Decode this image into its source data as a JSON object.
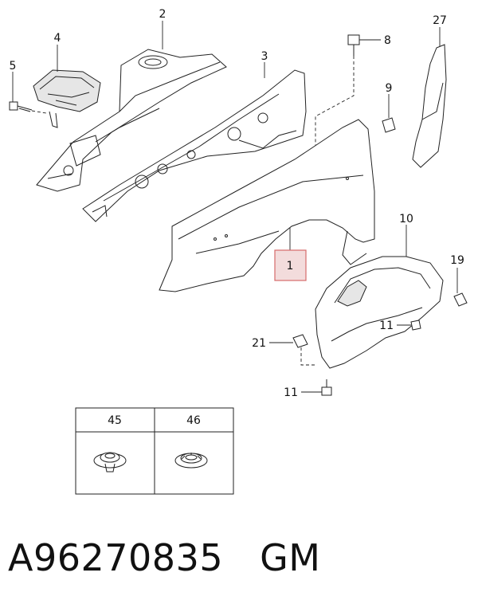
{
  "callouts": {
    "c1": "1",
    "c2": "2",
    "c3": "3",
    "c4": "4",
    "c5": "5",
    "c8": "8",
    "c9": "9",
    "c10": "10",
    "c11a": "11",
    "c11b": "11",
    "c19": "19",
    "c21": "21",
    "c27": "27"
  },
  "legend_table": {
    "col1_header": "45",
    "col2_header": "46"
  },
  "footer": {
    "part_number": "A96270835",
    "brand": "GM"
  },
  "colors": {
    "highlight_fill": "#f3dcdc",
    "highlight_stroke": "#d66a6a"
  }
}
